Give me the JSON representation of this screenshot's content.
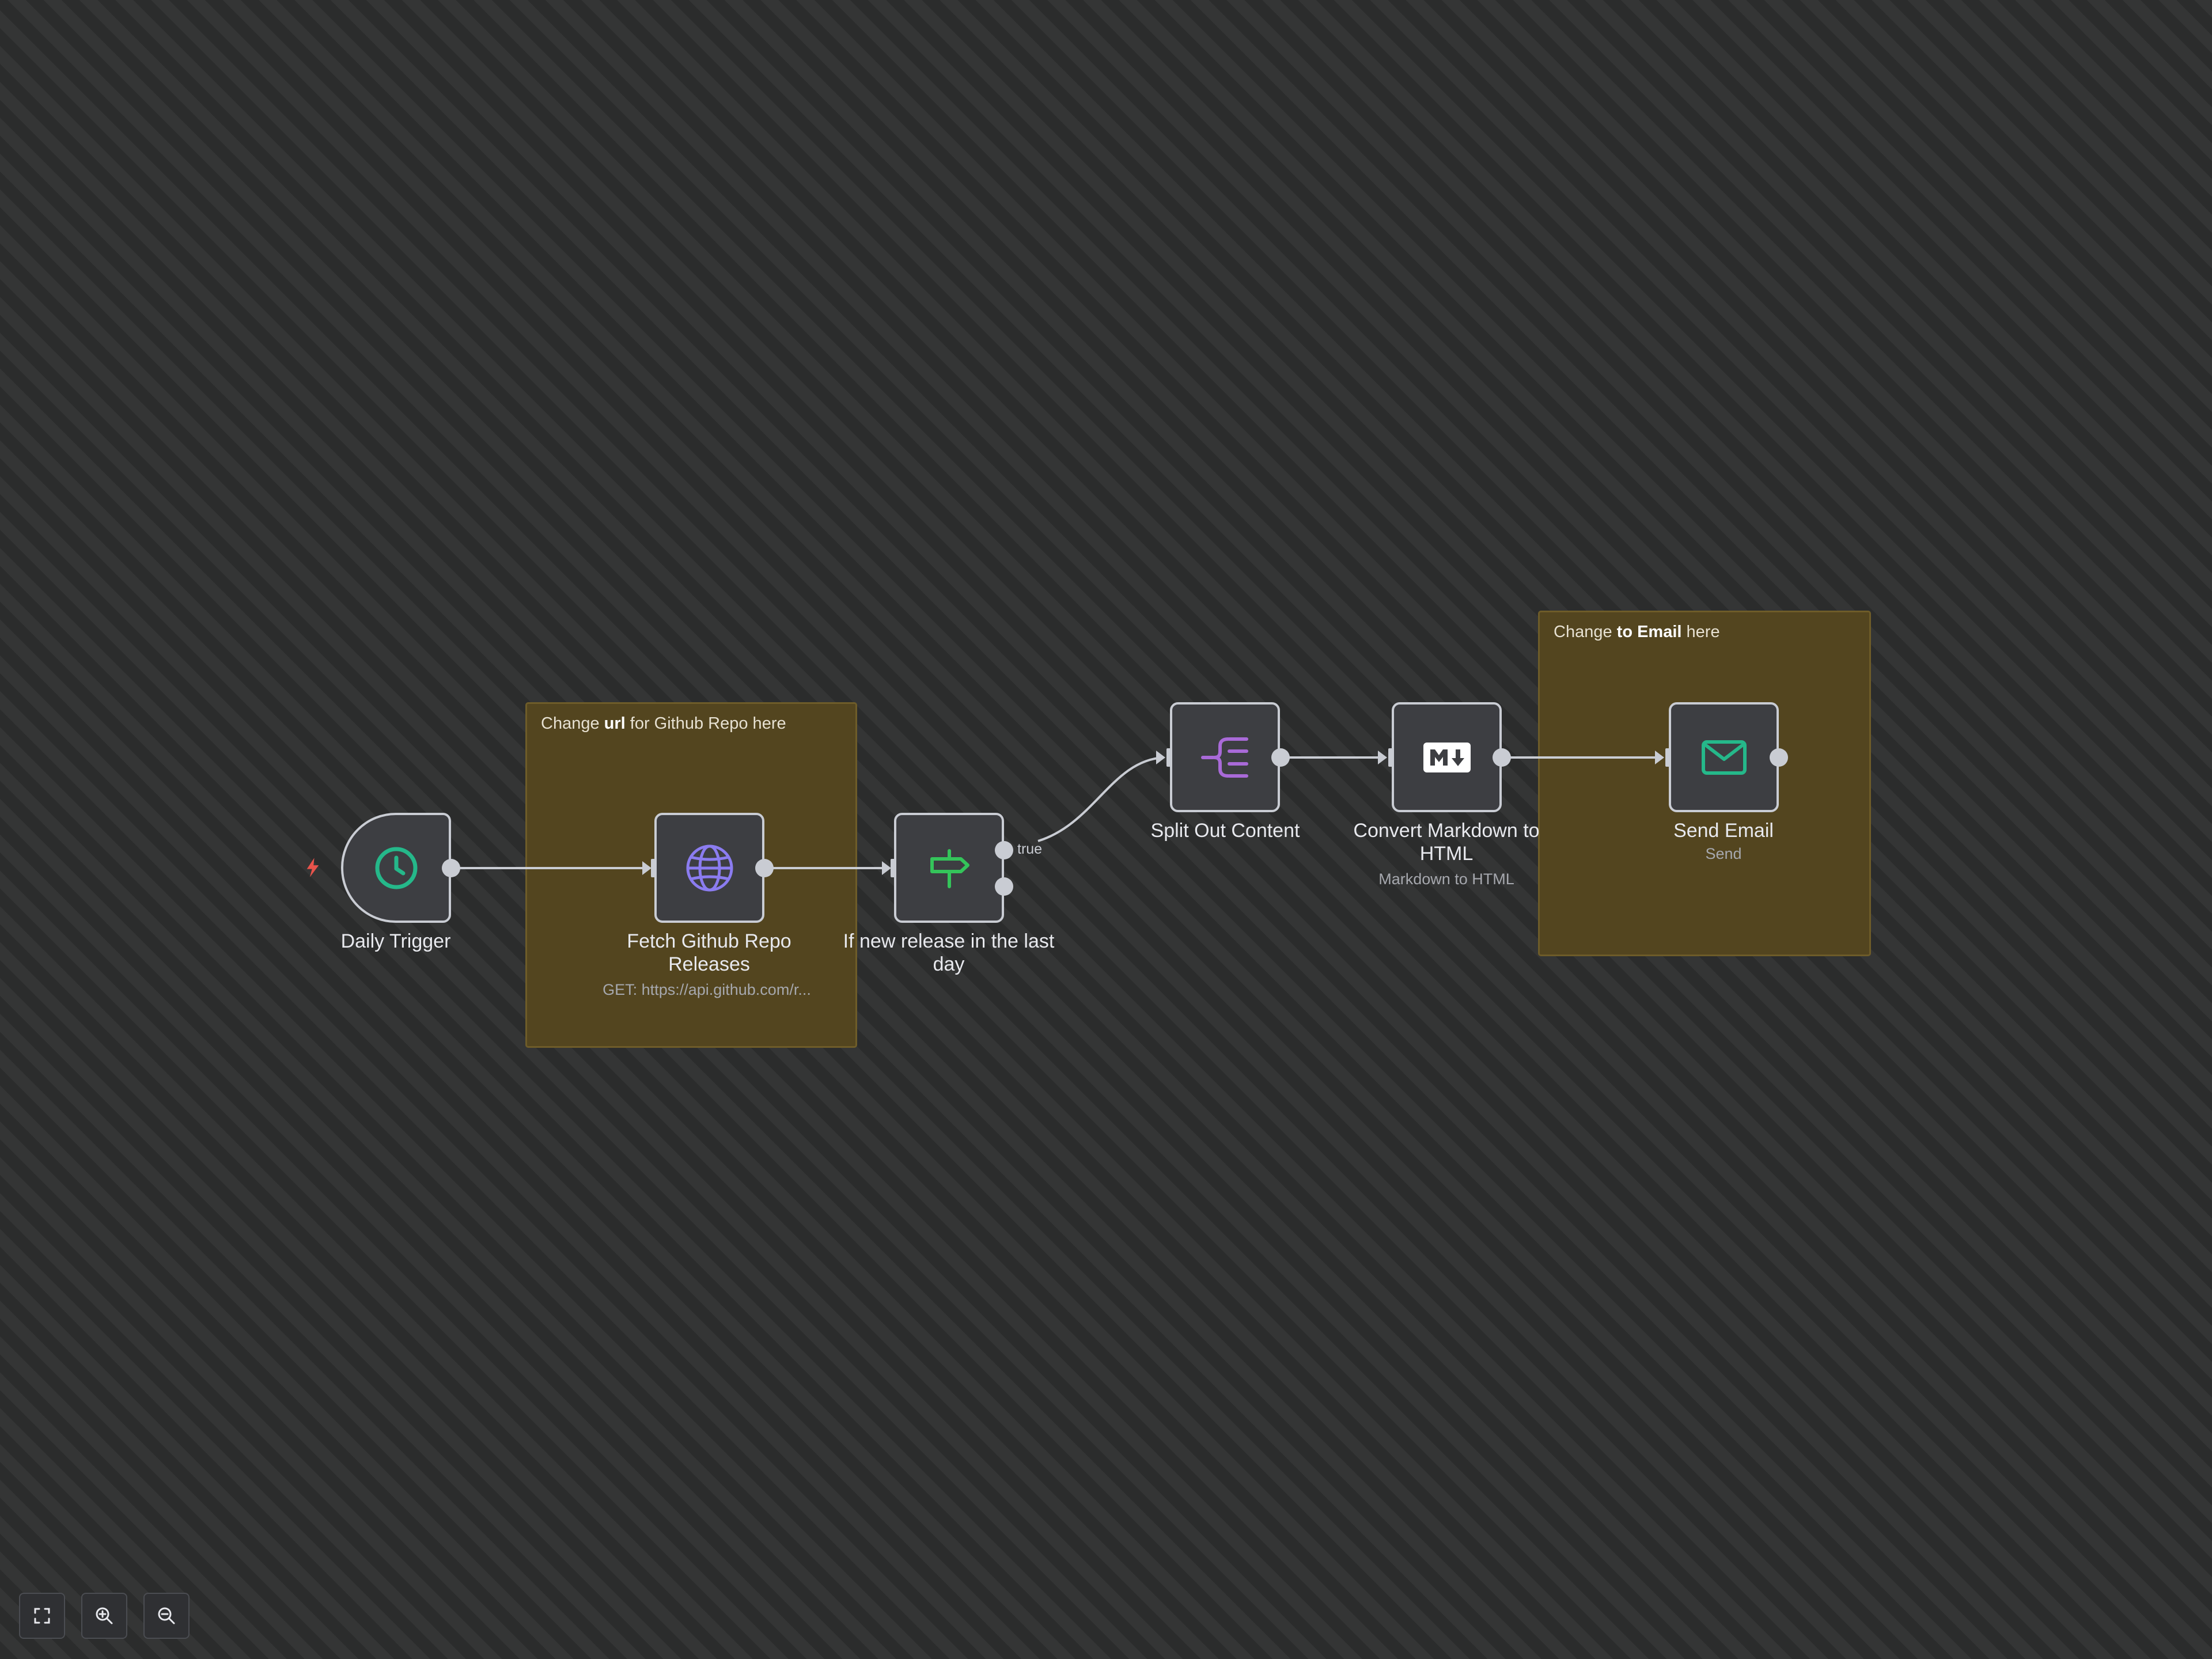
{
  "sticky_notes": [
    {
      "prefix": "Change ",
      "bold": "url",
      "suffix": " for Github Repo here"
    },
    {
      "prefix": "Change ",
      "bold": "to Email",
      "suffix": " here"
    }
  ],
  "nodes": {
    "daily_trigger": {
      "name": "Daily Trigger",
      "icon": "clock-icon"
    },
    "fetch_releases": {
      "name_line1": "Fetch Github Repo",
      "name_line2": "Releases",
      "subtitle": "GET: https://api.github.com/r...",
      "icon": "globe-icon"
    },
    "if_new_release": {
      "name_line1": "If new release in the last",
      "name_line2": "day",
      "icon": "signpost-icon",
      "true_label": "true"
    },
    "split_out": {
      "name": "Split Out Content",
      "icon": "split-out-icon"
    },
    "markdown": {
      "name_line1": "Convert Markdown to",
      "name_line2": "HTML",
      "subtitle": "Markdown to HTML",
      "icon": "markdown-icon"
    },
    "send_email": {
      "name": "Send Email",
      "subtitle": "Send",
      "icon": "envelope-icon"
    }
  },
  "controls": [
    {
      "name": "fit-view-button",
      "icon": "fullscreen-icon"
    },
    {
      "name": "zoom-in-button",
      "icon": "zoom-in-icon"
    },
    {
      "name": "zoom-out-button",
      "icon": "zoom-out-icon"
    }
  ],
  "colors": {
    "canvas": "#2d2e2e",
    "sticky": "#53451f",
    "node_border": "#c9ccd3",
    "trigger_bolt": "#e8534b",
    "clock": "#25b88a",
    "globe": "#8b7cf0",
    "signpost": "#34c45a",
    "split": "#a96ad8",
    "envelope": "#25b88a"
  }
}
